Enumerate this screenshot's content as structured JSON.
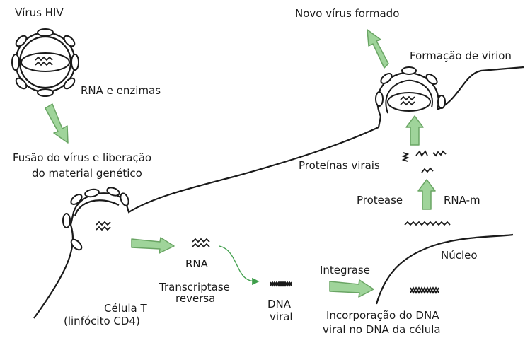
{
  "labels": {
    "hiv": "Vírus HIV",
    "rna_enzymes": "RNA e enzimas",
    "fusion_1": "Fusão do vírus e liberação",
    "fusion_2": "do material genético",
    "cell_1": "Célula T",
    "cell_2": "(linfócito CD4)",
    "rna": "RNA",
    "rt_1": "Transcriptase",
    "rt_2": "reversa",
    "dna_1": "DNA",
    "dna_2": "viral",
    "integrase": "Integrase",
    "nucleus": "Núcleo",
    "incorp_1": "Incorporação do DNA",
    "incorp_2": "viral no DNA da célula",
    "protease": "Protease",
    "mrna": "RNA-m",
    "viral_proteins": "Proteínas virais",
    "virion": "Formação de virion",
    "new_virus": "Novo vírus formado"
  },
  "colors": {
    "arrow_fill": "#9fd49a",
    "arrow_stroke": "#6aa564",
    "line": "#1a1a1a"
  }
}
